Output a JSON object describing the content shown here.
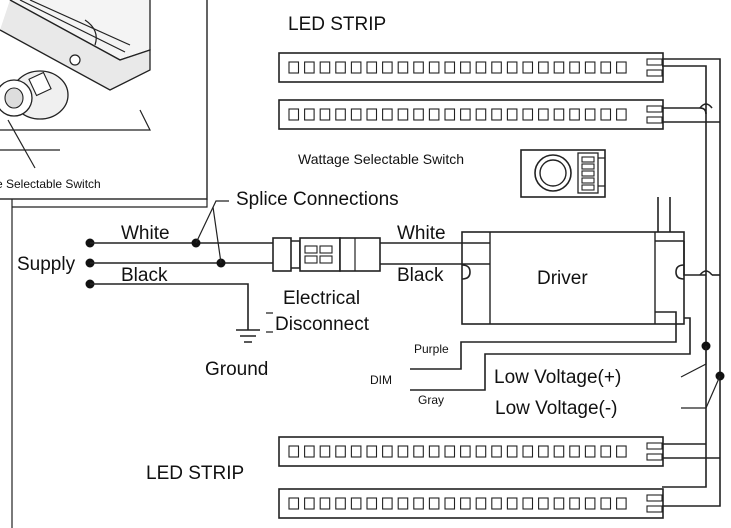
{
  "labels": {
    "led_strip_top": "LED STRIP",
    "led_strip_bottom": "LED STRIP",
    "wattage_switch": "Wattage  Selectable Switch",
    "inset_caption": "e  Selectable Switch",
    "splice_connections": "Splice Connections",
    "supply": "Supply",
    "white_left": "White",
    "black_left": "Black",
    "white_right": "White",
    "black_right": "Black",
    "driver": "Driver",
    "electrical_disconnect_line1": "Electrical",
    "electrical_disconnect_line2": "Disconnect",
    "ground": "Ground",
    "purple": "Purple",
    "dim": "DIM",
    "gray": "Gray",
    "low_voltage_pos": "Low Voltage(+)",
    "low_voltage_neg": "Low Voltage(-)"
  },
  "led_strips": {
    "count": 4,
    "leds_per_strip": 22
  }
}
